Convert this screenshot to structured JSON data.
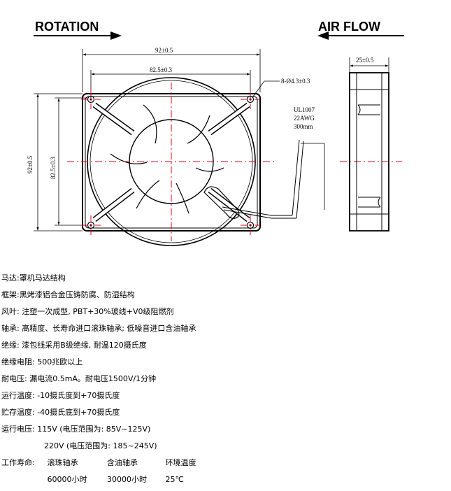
{
  "drawing": {
    "rotation_label": "ROTATION",
    "airflow_label": "AIR FLOW",
    "dim_outer_width": "92±0.5",
    "dim_hole_width": "82.5±0.3",
    "dim_outer_height": "92±0.5",
    "dim_hole_height": "82.5±0.3",
    "dim_depth": "25±0.5",
    "dim_holes": "8-Ø4.3±0.3",
    "wire_line1": "UL1007",
    "wire_line2": "22AWG",
    "wire_line3": "300mm"
  },
  "specs": {
    "motor": "马达:罩机马达结构",
    "frame": "框架:黑烤漆铝合金压铸防腐、防湿结构",
    "blade": "风叶: 注塑一次成型, PBT+30%玻线+V0级阻燃剂",
    "bearing": "轴承: 高精度、长寿命进口滚珠轴承; 低噪音进口含油轴承",
    "insulation": "绝缘: 漆包线采用B级绝缘, 耐温120摄氏度",
    "insulation_resistance": "绝缘电阻: 500兆欧以上",
    "withstand_voltage": "耐电压: 漏电流0.5mA。耐电压1500V/1分钟",
    "operating_temp": "运行温度: -10摄氏度到+70摄氏度",
    "storage_temp": "贮存温度: -40摄氏底到+70摄氏度",
    "voltage_line1": "运行电压: 115V (电压范围为: 85V~125V)",
    "voltage_line2": "220V (电压范围为: 185~245V)",
    "life_label": "工作寿命:",
    "life_ball": "滚珠轴承",
    "life_sleeve": "含油轴承",
    "life_ambient": "环境温度",
    "life_ball_value": "60000小时",
    "life_sleeve_value": "30000小时",
    "life_ambient_value": "25℃"
  }
}
